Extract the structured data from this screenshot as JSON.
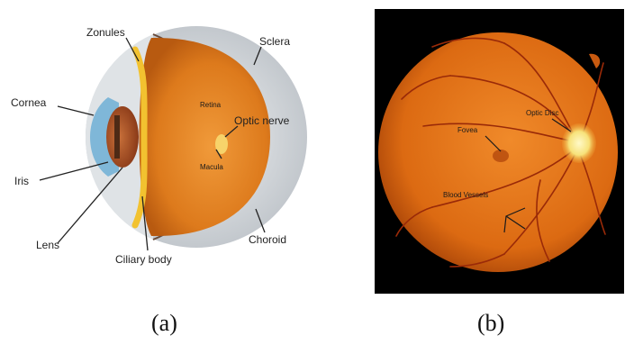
{
  "panel_a": {
    "labels": {
      "zonules": "Zonules",
      "sclera": "Sclera",
      "cornea": "Cornea",
      "retina": "Retina",
      "optic_nerve": "Optic nerve",
      "macula": "Macula",
      "iris": "Iris",
      "lens": "Lens",
      "choroid": "Choroid",
      "ciliary_body": "Ciliary body"
    },
    "caption": "(a)"
  },
  "panel_b": {
    "labels": {
      "fovea": "Fovea",
      "optic_disc": "Optic Disc",
      "blood_vessels": "Blood Vessels"
    },
    "caption": "(b)"
  },
  "colors": {
    "retina_orange": "#e07d1c",
    "fundus_orange": "#dd6a10",
    "sclera_gray": "#cfd4d8",
    "cornea_blue": "#7fb7d8",
    "ciliary_yellow": "#f2c230",
    "fundus_background": "#000000"
  }
}
